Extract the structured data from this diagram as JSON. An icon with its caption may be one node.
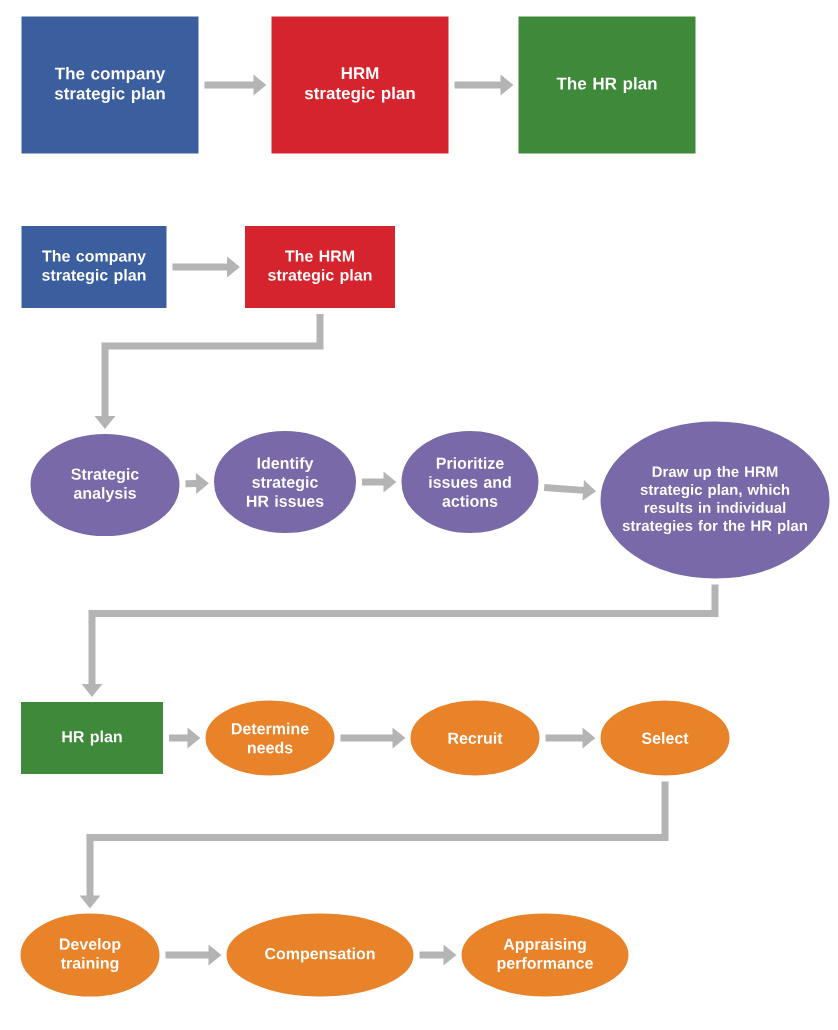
{
  "diagram": {
    "nodes": [
      {
        "text": [
          "The company strategic plan"
        ]
      },
      {
        "text": [
          "HRM strategic plan"
        ]
      },
      {
        "text": [
          "The HR plan"
        ]
      },
      {
        "text": [
          "The company strategic plan"
        ]
      },
      {
        "text": [
          "The HRM strategic plan"
        ]
      },
      {
        "text": [
          "Strategic analysis"
        ]
      },
      {
        "text": [
          "Identify strategic HR issues"
        ]
      },
      {
        "text": [
          "Prioritize issues and actions"
        ]
      },
      {
        "text": [
          "Draw up the HRM strategic plan, which results in individual strategies for the HR plan"
        ]
      },
      {
        "text": [
          "HR plan"
        ]
      },
      {
        "text": [
          "Determine needs"
        ]
      },
      {
        "text": [
          "Recruit"
        ]
      },
      {
        "text": [
          "Select"
        ]
      },
      {
        "text": [
          "Develop training"
        ]
      },
      {
        "text": [
          "Compensation"
        ]
      },
      {
        "text": [
          "Appraising performance"
        ]
      }
    ],
    "edges": [
      {
        "from": 0,
        "to": 1,
        "arrow": "to"
      },
      {
        "from": 1,
        "to": 2,
        "arrow": "to"
      },
      {
        "from": 3,
        "to": 4,
        "arrow": "to"
      },
      {
        "from": 4,
        "to": 5,
        "arrow": "to"
      },
      {
        "from": 5,
        "to": 6,
        "arrow": "to"
      },
      {
        "from": 6,
        "to": 7,
        "arrow": "to"
      },
      {
        "from": 7,
        "to": 8,
        "arrow": "to"
      },
      {
        "from": 8,
        "to": 9,
        "arrow": "to"
      },
      {
        "from": 9,
        "to": 10,
        "arrow": "to"
      },
      {
        "from": 10,
        "to": 11,
        "arrow": "to"
      },
      {
        "from": 11,
        "to": 12,
        "arrow": "to"
      },
      {
        "from": 12,
        "to": 13,
        "arrow": "to"
      },
      {
        "from": 13,
        "to": 14,
        "arrow": "to"
      },
      {
        "from": 14,
        "to": 15,
        "arrow": "to"
      }
    ]
  }
}
